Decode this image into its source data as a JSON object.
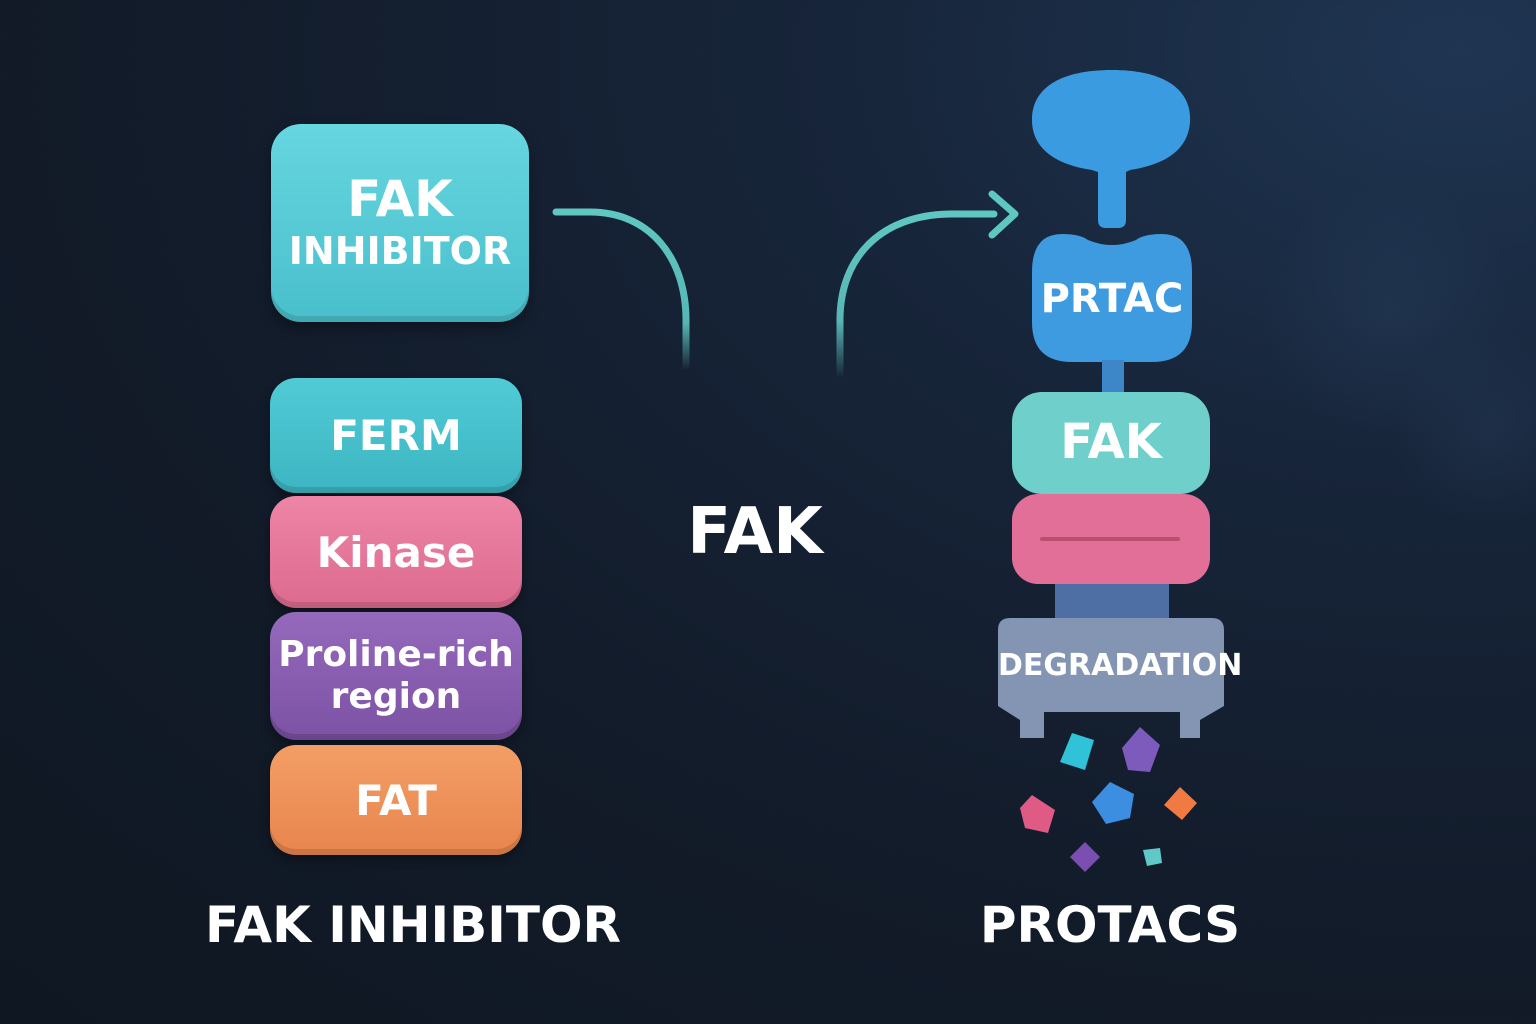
{
  "left_stack": {
    "inhibitor_box": {
      "line1": "FAK",
      "line2": "INHIBITOR",
      "color": "#5bcfd9"
    },
    "domains": [
      {
        "label": "FERM",
        "color": "#47c3cf"
      },
      {
        "label": "Kinase",
        "color": "#e8779a"
      },
      {
        "label_line1": "Proline-rich",
        "label_line2": "region",
        "color": "#8a5fb0"
      },
      {
        "label": "FAT",
        "color": "#f0935a"
      }
    ],
    "caption": "FAK INHIBITOR"
  },
  "center": {
    "label": "FAK",
    "arrow_color": "#5fc7c2"
  },
  "right_stack": {
    "ligand_color": "#3b9ee0",
    "protac": {
      "label": "PRTAC",
      "color": "#3e9be0"
    },
    "fak": {
      "label": "FAK",
      "color": "#6fcfcb"
    },
    "pink_color": "#e26f97",
    "degradation": {
      "label": "DEGRADATION",
      "color": "#8395b3"
    },
    "fragment_colors": [
      "#2fc2d8",
      "#7c5bbd",
      "#e05a86",
      "#3c8fe0",
      "#f07a42",
      "#7b4fb0",
      "#5fc8c8"
    ],
    "caption": "PROTACS"
  }
}
